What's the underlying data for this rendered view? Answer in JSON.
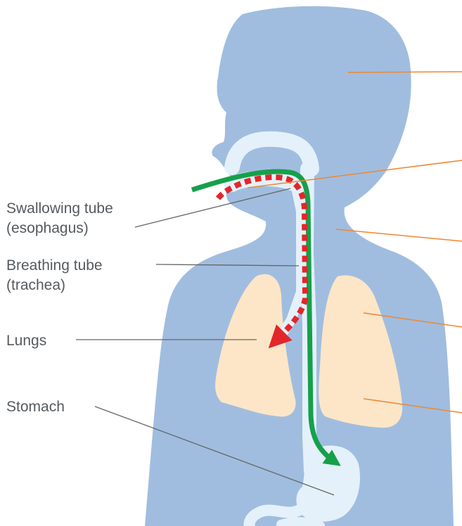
{
  "labels": {
    "esophagus_line1": "Swallowing tube",
    "esophagus_line2": "(esophagus)",
    "trachea_line1": "Breathing tube",
    "trachea_line2": "(trachea)",
    "lungs": "Lungs",
    "stomach": "Stomach"
  },
  "colors": {
    "body": "#a0bddf",
    "tubes": "#e4f1fa",
    "lungs": "#fce6c7",
    "swallow_arrow": "#16a04a",
    "aspiration_arrow": "#e3262a",
    "left_leader": "#666666",
    "right_leader": "#ef8632",
    "label_text": "#555a5e"
  }
}
